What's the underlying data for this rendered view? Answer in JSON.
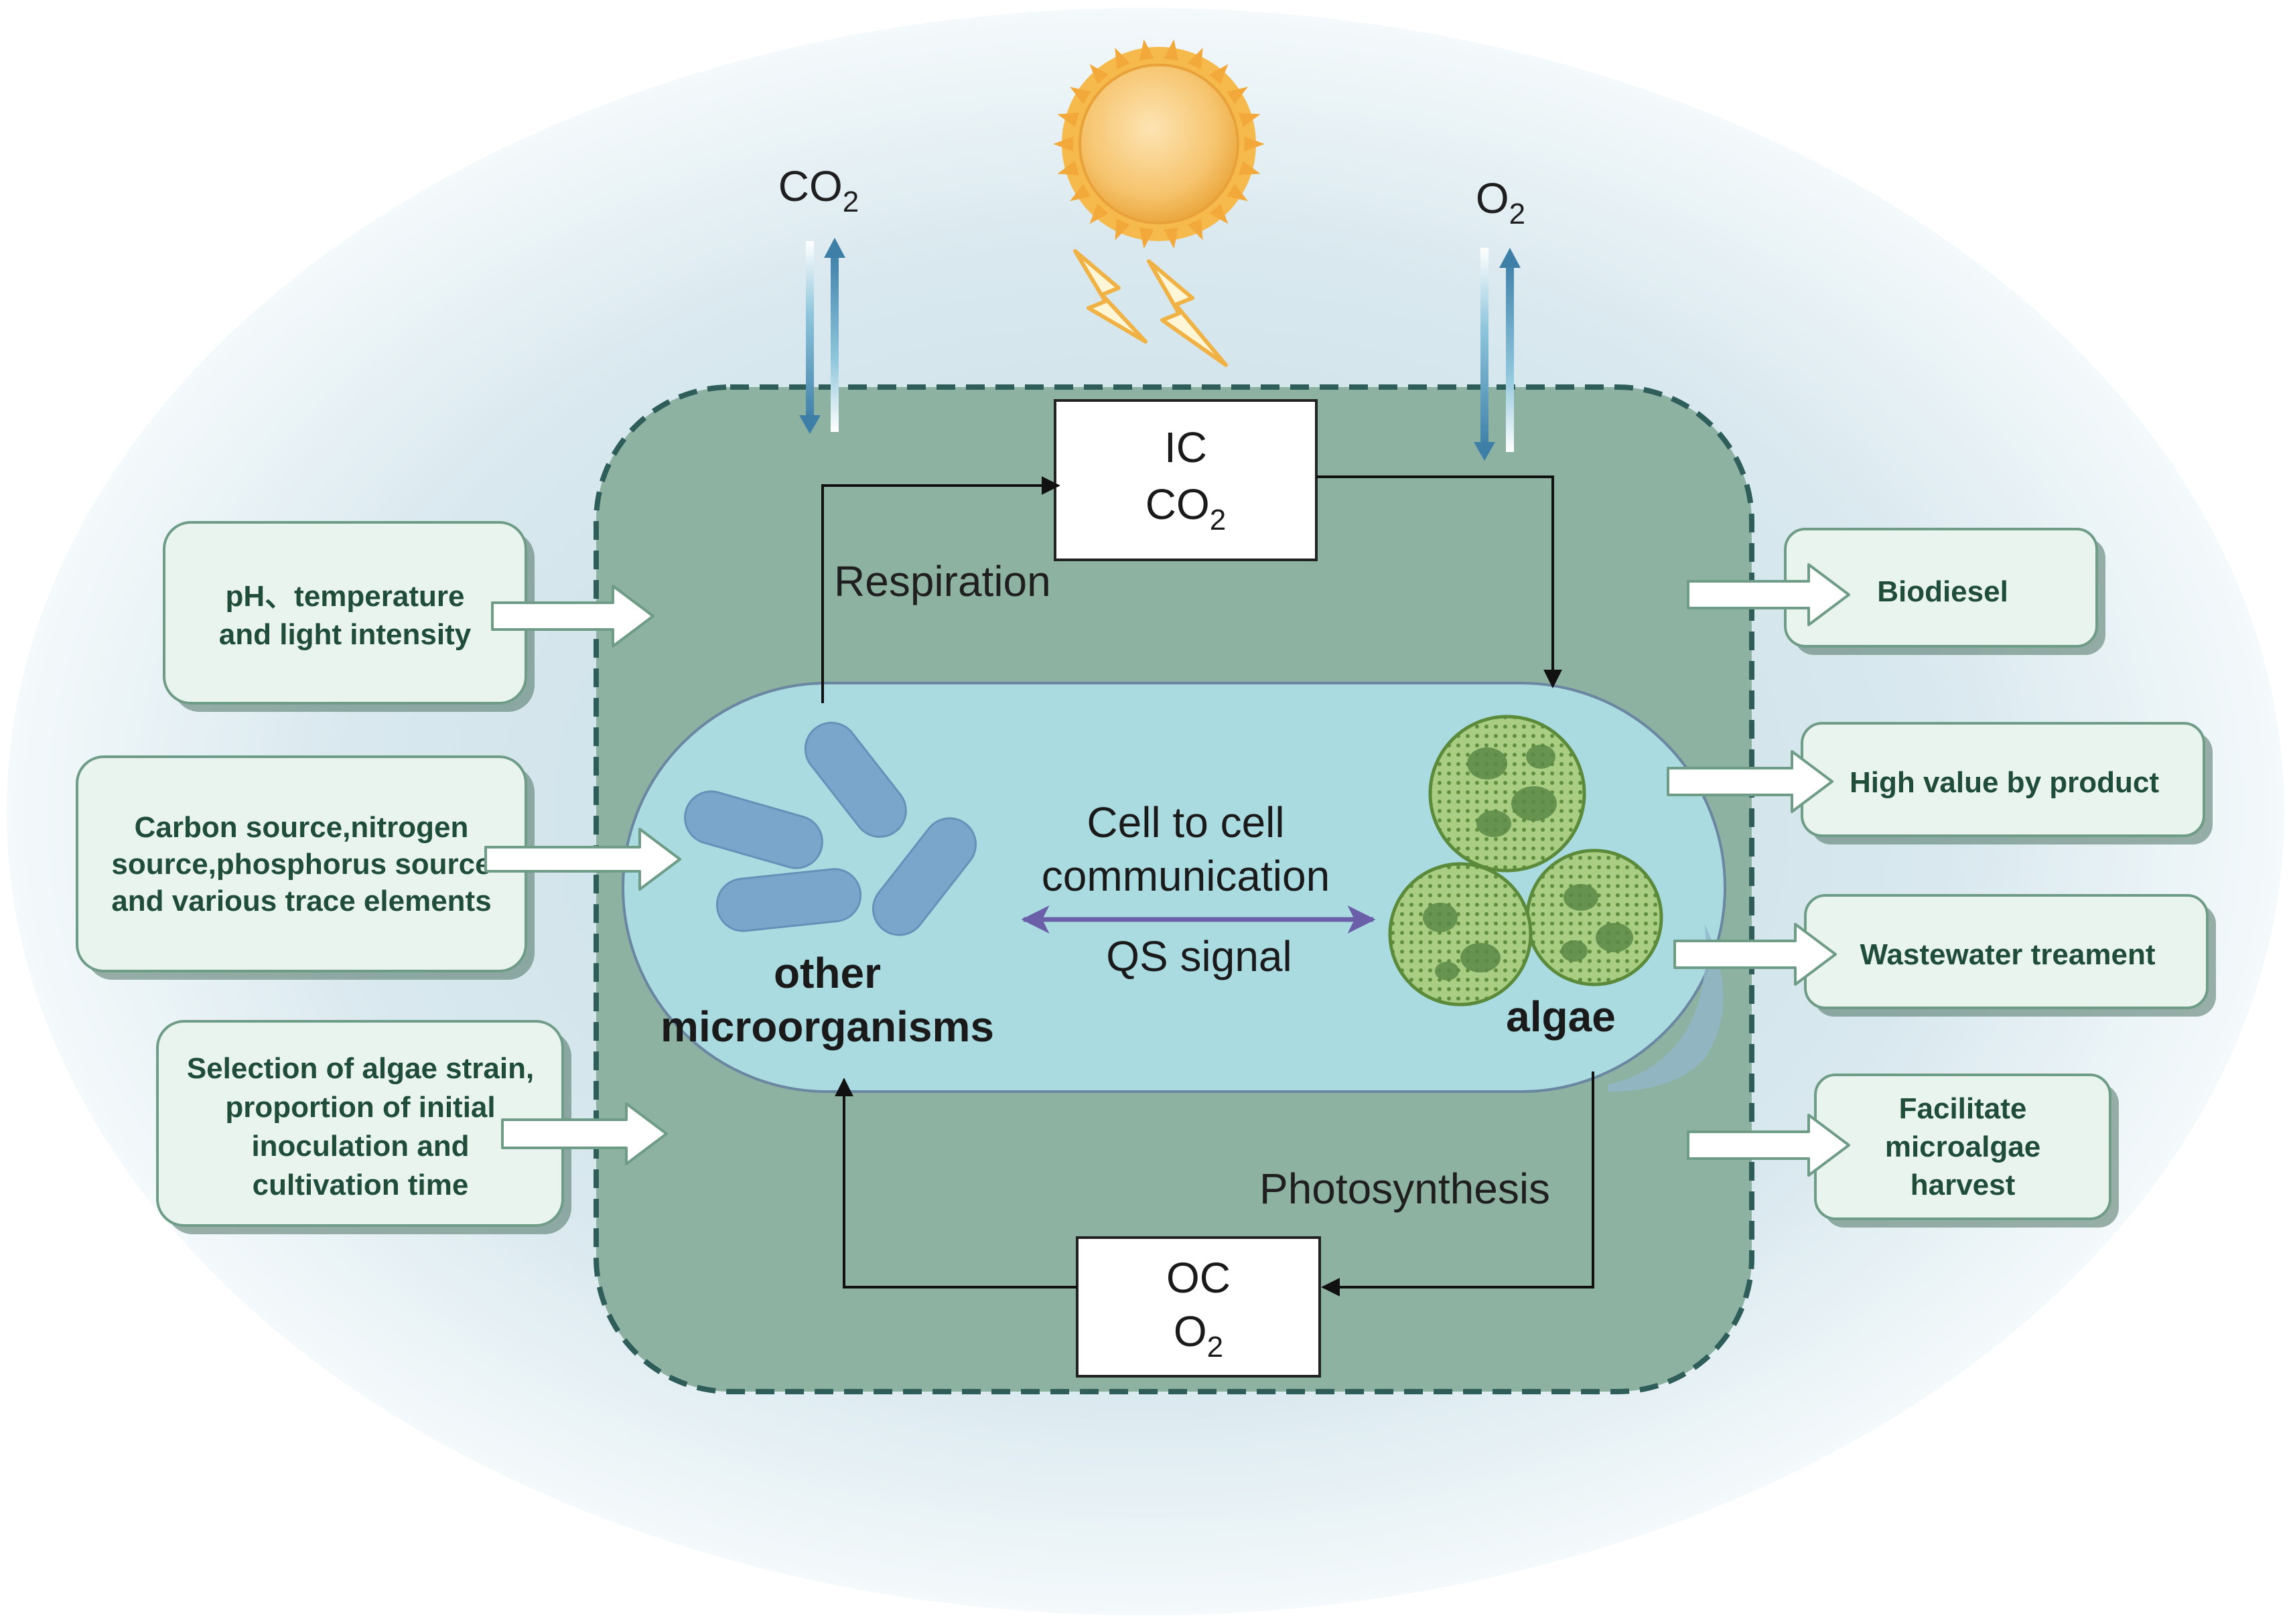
{
  "gas_exchange": {
    "co2": {
      "main": "CO",
      "sub": "2"
    },
    "o2": {
      "main": "O",
      "sub": "2"
    }
  },
  "carbon_boxes": {
    "ic": {
      "line1": "IC",
      "line2_main": "CO",
      "line2_sub": "2"
    },
    "oc": {
      "line1": "OC",
      "line2_main": "O",
      "line2_sub": "2"
    }
  },
  "processes": {
    "respiration": "Respiration",
    "photosynthesis": "Photosynthesis"
  },
  "organisms": {
    "other_line1": "other",
    "other_line2": "microorganisms",
    "algae": "algae"
  },
  "communication": {
    "line1": "Cell to cell",
    "line2": "communication",
    "signal": "QS signal"
  },
  "factors": [
    {
      "lines": [
        "pH、temperature",
        "and light intensity"
      ]
    },
    {
      "lines": [
        "Carbon source,nitrogen",
        "source,phosphorus source",
        "and various trace elements"
      ]
    },
    {
      "lines": [
        "Selection of algae strain,",
        "proportion of initial",
        "inoculation and",
        "cultivation time"
      ]
    }
  ],
  "outputs": [
    {
      "lines": [
        "Biodiesel"
      ]
    },
    {
      "lines": [
        "High value by product"
      ]
    },
    {
      "lines": [
        "Wastewater treament"
      ]
    },
    {
      "lines": [
        "Facilitate",
        "microalgae",
        "harvest"
      ]
    }
  ],
  "colors": {
    "background_ellipse": "#e3eef2",
    "reactor_fill": "#8db2a2",
    "reactor_border": "#2f5e5a",
    "cell_fill": "#a9dbe0",
    "box_fill": "#e9f4ef",
    "box_border": "#6e9c86",
    "box_text": "#1f4d3a",
    "bacteria": "#7aa6cc",
    "algae": "#8fb868",
    "sun": "#f2b64a",
    "qs_arrow": "#6a5fa8"
  }
}
